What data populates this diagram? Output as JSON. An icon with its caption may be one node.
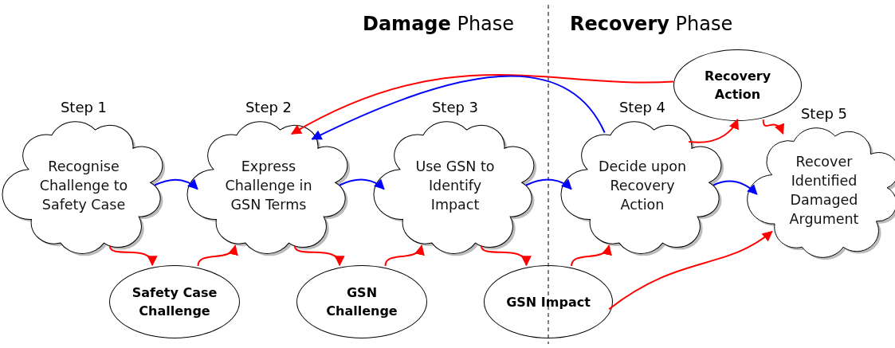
{
  "diagram": {
    "nodes": [
      {
        "text": [
          "Step 1",
          "Recognise Challenge to Safety Case"
        ]
      },
      {
        "text": [
          "Step 2",
          "Express Challenge in GSN Terms"
        ]
      },
      {
        "text": [
          "Step 3",
          "Use GSN to Identify Impact"
        ]
      },
      {
        "text": [
          "Step 4",
          "Decide upon Recovery Action"
        ]
      },
      {
        "text": [
          "Step 5",
          "Recover Identified Damaged Argument"
        ]
      },
      {
        "text": [
          "Safety Case Challenge"
        ]
      },
      {
        "text": [
          "GSN Challenge"
        ]
      },
      {
        "text": [
          "GSN Impact"
        ]
      },
      {
        "text": [
          "Recovery Action"
        ]
      }
    ],
    "edges": [
      {
        "from": 0,
        "to": 1,
        "arrow": "to",
        "color": "#0000ff"
      },
      {
        "from": 1,
        "to": 2,
        "arrow": "to",
        "color": "#0000ff"
      },
      {
        "from": 2,
        "to": 3,
        "arrow": "to",
        "color": "#0000ff"
      },
      {
        "from": 3,
        "to": 4,
        "arrow": "to",
        "color": "#0000ff"
      },
      {
        "from": 0,
        "to": 5,
        "arrow": "to"
      },
      {
        "from": 5,
        "to": 1,
        "arrow": "to"
      },
      {
        "from": 1,
        "to": 6,
        "arrow": "to"
      },
      {
        "from": 6,
        "to": 2,
        "arrow": "to"
      },
      {
        "from": 2,
        "to": 7,
        "arrow": "to"
      },
      {
        "from": 7,
        "to": 3,
        "arrow": "to"
      },
      {
        "from": 7,
        "to": 4,
        "arrow": "to"
      },
      {
        "from": 3,
        "to": 8,
        "arrow": "to"
      },
      {
        "from": 8,
        "to": 4,
        "arrow": "to"
      },
      {
        "from": 8,
        "to": 1,
        "arrow": "to"
      },
      {
        "from": 3,
        "to": 1,
        "arrow": "to",
        "color": "#0000ff"
      }
    ],
    "labels": [
      "**Damage** Phase",
      "**Recovery** Phase"
    ]
  }
}
